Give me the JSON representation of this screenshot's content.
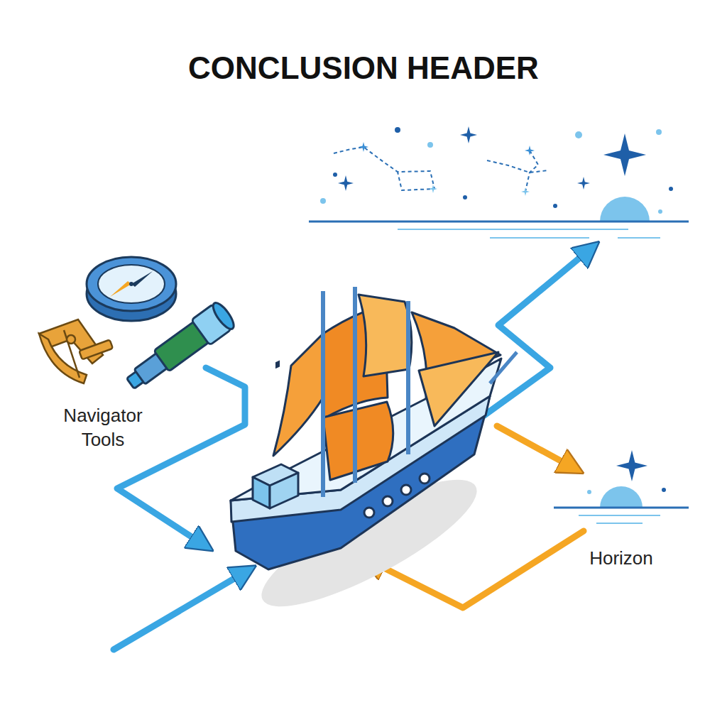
{
  "diagram": {
    "title": "CONCLUSION HEADER",
    "labels": [
      "Navigator Tools",
      "Horizon"
    ]
  }
}
